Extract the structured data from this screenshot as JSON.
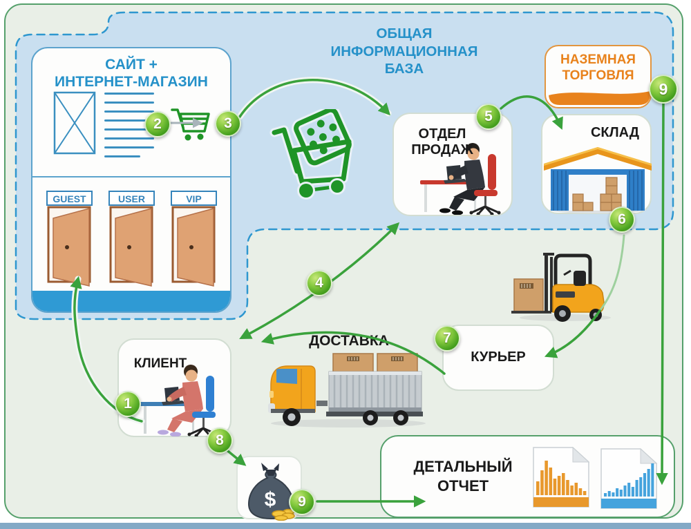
{
  "diagram_title": "ОБЩАЯ ИНФОРМАЦИОННАЯ БАЗА",
  "site": {
    "title_line1": "САЙТ +",
    "title_line2": "ИНТЕРНЕТ-МАГАЗИН",
    "doors": [
      "GUEST",
      "USER",
      "VIP"
    ]
  },
  "ground_trade": {
    "label": "НАЗЕМНАЯ ТОРГОВЛЯ"
  },
  "sales_dept": {
    "label": "ОТДЕЛ ПРОДАЖ"
  },
  "warehouse": {
    "label": "СКЛАД"
  },
  "client": {
    "label": "КЛИЕНТ"
  },
  "delivery": {
    "label": "ДОСТАВКА"
  },
  "courier": {
    "label": "КУРЬЕР"
  },
  "report": {
    "label": "ДЕТАЛЬНЫЙ ОТЧЕТ",
    "charts": [
      {
        "type": "bar",
        "color": "#e8982c",
        "bars": [
          20,
          36,
          50,
          40,
          24,
          28,
          32,
          22,
          14,
          18,
          10,
          6
        ]
      },
      {
        "type": "bar",
        "color": "#45a3dd",
        "bars": [
          5,
          8,
          6,
          12,
          10,
          16,
          20,
          14,
          24,
          28,
          34,
          40,
          48
        ]
      }
    ]
  },
  "money_bag": {
    "symbol": "$"
  },
  "steps": {
    "s1": "1",
    "s2": "2",
    "s3": "3",
    "s4": "4",
    "s5": "5",
    "s6": "6",
    "s7": "7",
    "s8": "8",
    "s9_trade": "9",
    "s9_money": "9"
  },
  "colors": {
    "frame-border": "#55a06b",
    "page-bg": "#e9efe7",
    "region-fill": "#c9dff0",
    "region-stroke": "#2e97cf",
    "arrow": "#3aa23c",
    "arrow-pale": "#9ed09e",
    "blue-title": "#2591c9",
    "blue-accent": "#3584bb",
    "orange": "#e8821c",
    "black-label": "#1a1a1a",
    "door-wood": "#dfa273",
    "site-bar": "#2f9ad4",
    "bottom-strip": "#83a9c6"
  }
}
